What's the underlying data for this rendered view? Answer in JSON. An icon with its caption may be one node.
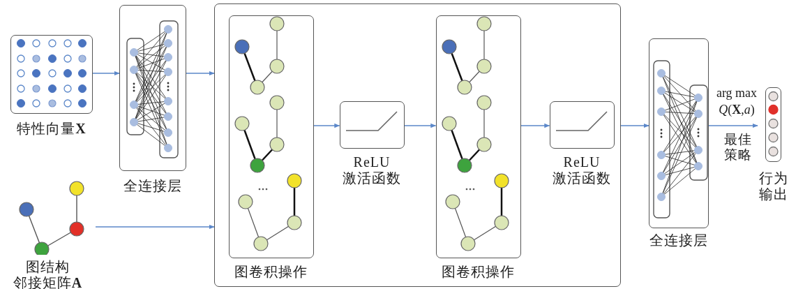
{
  "diagram": {
    "nodes": [
      {
        "text": [
          "特性向量**X**"
        ]
      },
      {
        "text": [
          "全连接层"
        ]
      },
      {
        "text": [
          "图结构",
          "邻接矩阵**A**"
        ]
      },
      {
        "text": [],
        "shape": "box"
      },
      {
        "text": [
          "图卷积操作"
        ],
        "in": 3
      },
      {
        "text": [
          "ReLU",
          "激活函数"
        ],
        "in": 3
      },
      {
        "text": [
          "图卷积操作"
        ],
        "in": 3
      },
      {
        "text": [
          "ReLU",
          "激活函数"
        ],
        "in": 3
      },
      {
        "text": [
          "全连接层"
        ]
      },
      {
        "text": [
          "行为输出"
        ]
      }
    ],
    "edges": [
      {
        "from": 0,
        "to": 1,
        "arrow": "to"
      },
      {
        "from": 1,
        "to": 3,
        "arrow": "to"
      },
      {
        "from": 2,
        "to": 3,
        "arrow": "to"
      },
      {
        "from": 4,
        "to": 5,
        "arrow": "to"
      },
      {
        "from": 5,
        "to": 6,
        "arrow": "to"
      },
      {
        "from": 6,
        "to": 7,
        "arrow": "to"
      },
      {
        "from": 3,
        "to": 8,
        "arrow": "to"
      },
      {
        "from": 8,
        "to": 9,
        "arrow": "to",
        "label": "arg max *Q*(**X**,*a*)"
      }
    ],
    "labels": [
      "最佳策略"
    ]
  }
}
